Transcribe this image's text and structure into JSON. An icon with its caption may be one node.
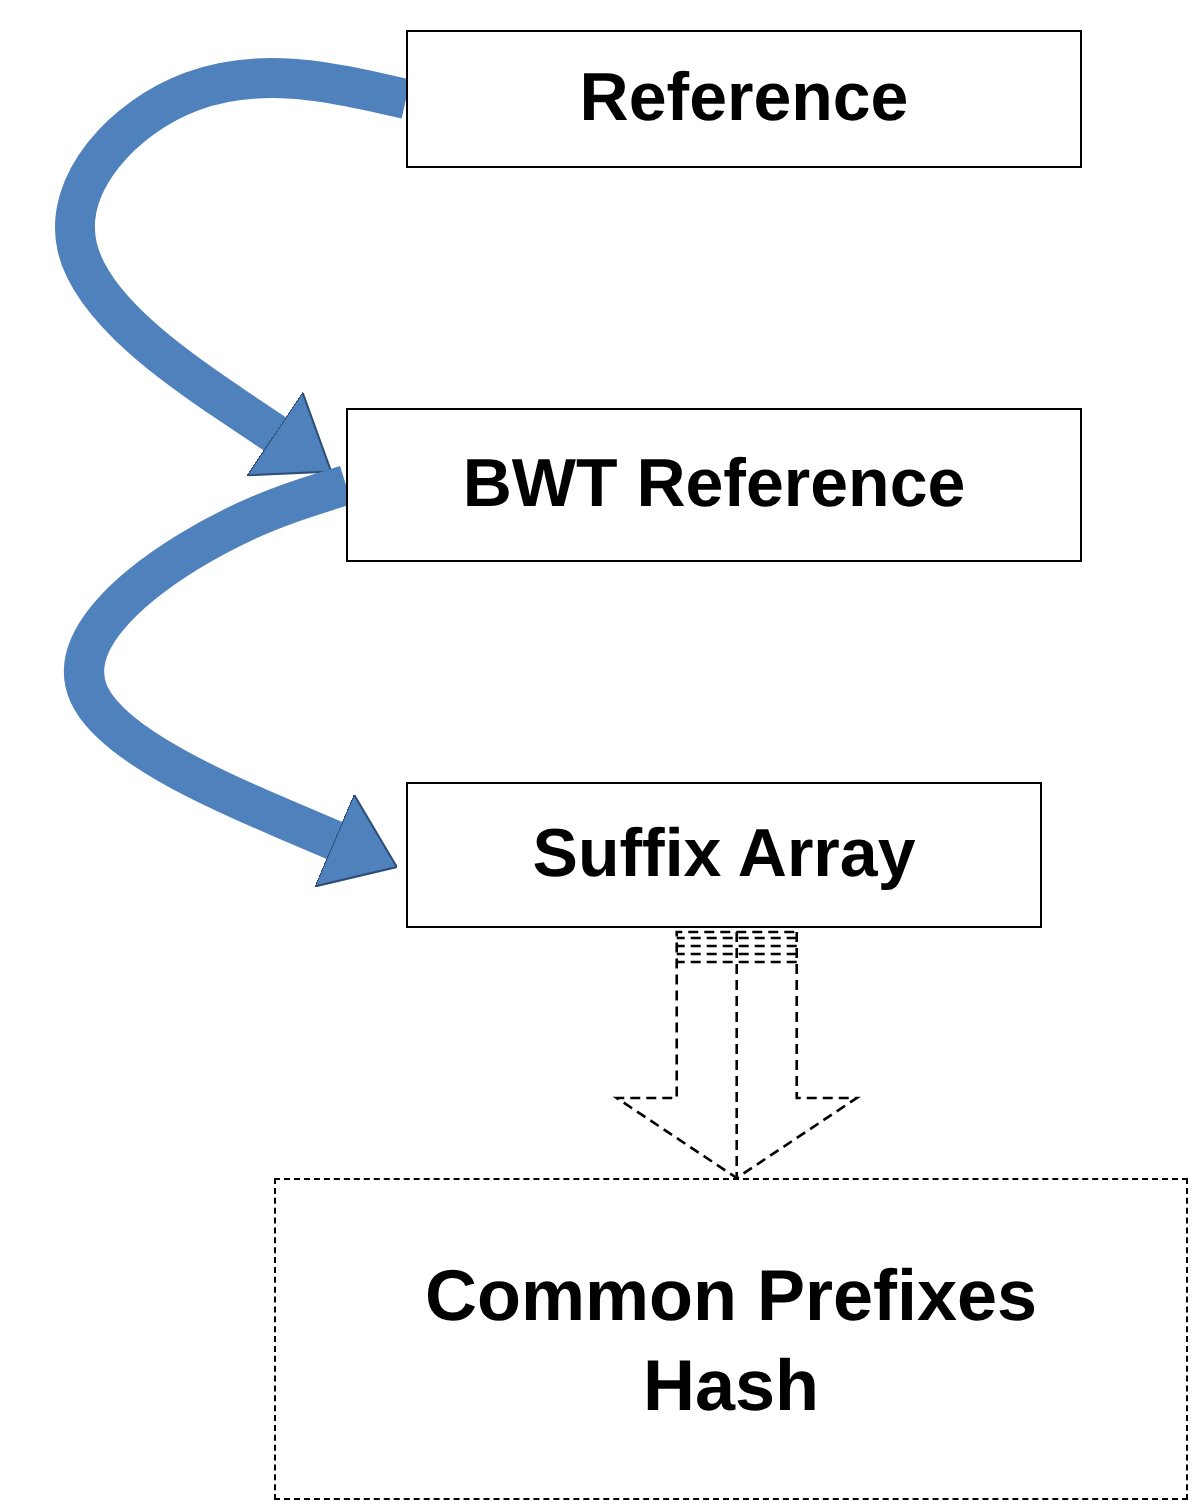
{
  "diagram": {
    "nodes": [
      {
        "text": [
          "Reference"
        ]
      },
      {
        "text": [
          "BWT Reference"
        ]
      },
      {
        "text": [
          "Suffix Array"
        ]
      },
      {
        "text": [
          "Common Prefixes Hash"
        ]
      }
    ],
    "edges": [
      {
        "from": 0,
        "to": 1,
        "arrow": "to"
      },
      {
        "from": 1,
        "to": 2,
        "arrow": "to"
      },
      {
        "from": 2,
        "to": 3,
        "arrow": "to",
        "style": "dashed",
        "color": "#000000"
      }
    ]
  }
}
